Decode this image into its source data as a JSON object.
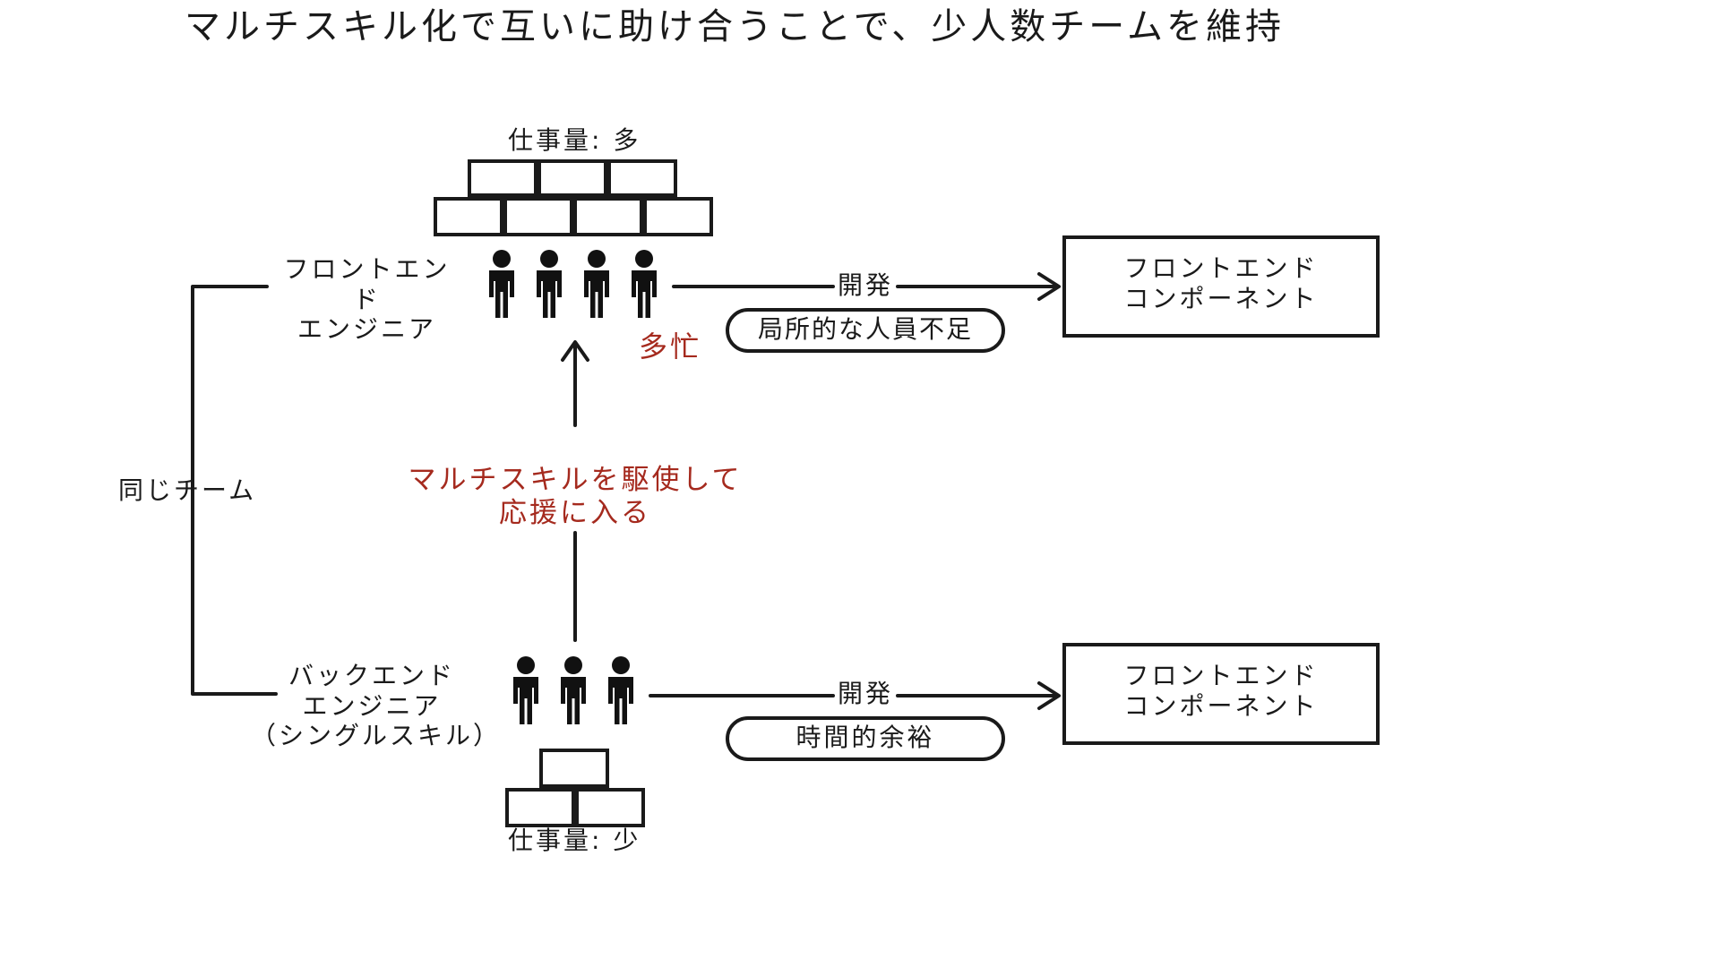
{
  "title": "マルチスキル化で互いに助け合うことで、少人数チームを維持",
  "team_label": "同じチーム",
  "frontend": {
    "workload_label": "仕事量: 多",
    "group_label": "フロントエンド\nエンジニア",
    "busy_label": "多忙",
    "dev_label": "開発",
    "status_label": "局所的な人員不足",
    "target_label": "フロントエンド\nコンポーネント",
    "people_count": 4,
    "workload_blocks": 7
  },
  "backend": {
    "workload_label": "仕事量: 少",
    "group_label": "バックエンド\nエンジニア\n（シングルスキル）",
    "dev_label": "開発",
    "status_label": "時間的余裕",
    "target_label": "フロントエンド\nコンポーネント",
    "people_count": 3,
    "workload_blocks": 3
  },
  "support_label": "マルチスキルを駆使して\n応援に入る",
  "colors": {
    "ink": "#1a1a1a",
    "accent_red": "#a52a1e",
    "background": "#ffffff"
  }
}
